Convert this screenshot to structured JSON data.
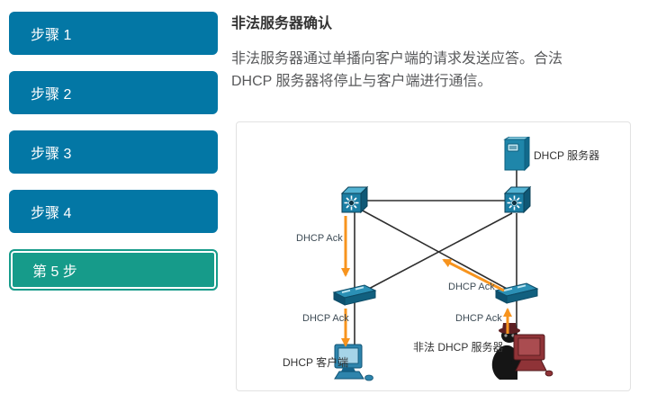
{
  "sidebar": {
    "steps": [
      {
        "label": "步骤 1",
        "selected": false
      },
      {
        "label": "步骤 2",
        "selected": false
      },
      {
        "label": "步骤 3",
        "selected": false
      },
      {
        "label": "步骤 4",
        "selected": false
      },
      {
        "label": "第 5 步",
        "selected": true
      }
    ]
  },
  "content": {
    "title": "非法服务器确认",
    "body": "非法服务器通过单播向客户端的请求发送应答。合法 DHCP 服务器将停止与客户端进行通信。"
  },
  "diagram": {
    "node_labels": {
      "server": "DHCP 服务器",
      "client": "DHCP 客户端",
      "rogue": "非法 DHCP 服务器"
    },
    "ack_label": "DHCP Ack",
    "colors": {
      "button_blue": "#0377a5",
      "selected_green": "#169b8a",
      "arrow_orange": "#f7941e",
      "link_black": "#2e2e2e",
      "icon_blue": "#1b7ea4",
      "rogue_red": "#8f3337"
    }
  }
}
